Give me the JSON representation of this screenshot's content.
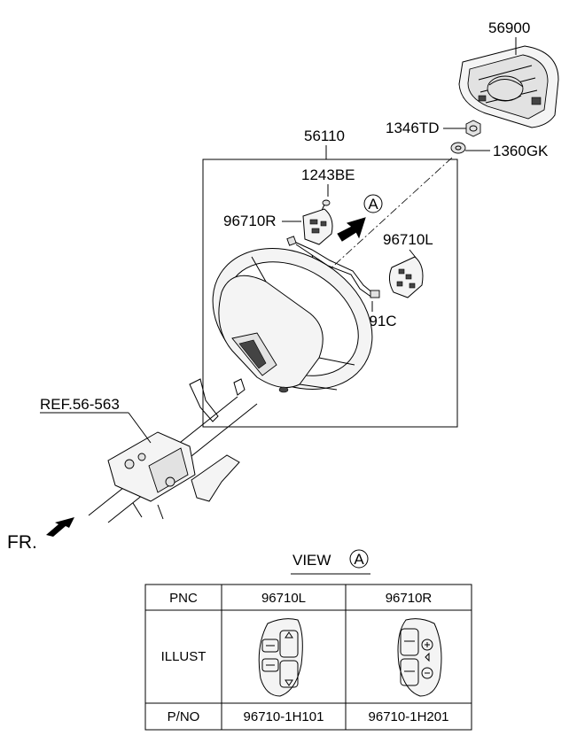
{
  "parts": {
    "airbag": "56900",
    "nut": "1346TD",
    "washer": "1360GK",
    "steering_wheel": "56110",
    "screw": "1243BE",
    "switch_right": "96710R",
    "switch_left": "96710L",
    "harness": "56991C",
    "reference": "REF.56-563",
    "front_indicator": "FR."
  },
  "view_marker": "A",
  "view_title": "VIEW",
  "table": {
    "row_labels": [
      "PNC",
      "ILLUST",
      "P/NO"
    ],
    "columns": [
      {
        "pnc": "96710L",
        "pno": "96710-1H101"
      },
      {
        "pnc": "96710R",
        "pno": "96710-1H201"
      }
    ]
  }
}
